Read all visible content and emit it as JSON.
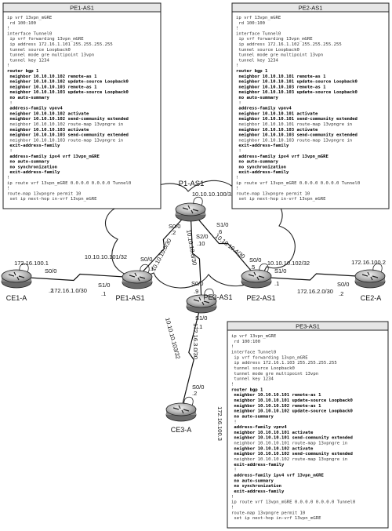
{
  "config_boxes": [
    {
      "id": "pe1",
      "title": "PE1-AS1",
      "lines": [
        {
          "t": "ip vrf 13vpn_mGRE",
          "b": false
        },
        {
          "t": " rd 100:100",
          "b": false
        },
        {
          "t": "!",
          "b": false
        },
        {
          "t": "interface Tunnel0",
          "b": false
        },
        {
          "t": " ip vrf forwarding 13vpn_mGRE",
          "b": false
        },
        {
          "t": " ip address 172.16.1.101 255.255.255.255",
          "b": false
        },
        {
          "t": " tunnel source Loopback0",
          "b": false
        },
        {
          "t": " tunnel mode gre multipoint 13vpn",
          "b": false
        },
        {
          "t": " tunnel key 1234",
          "b": false
        },
        {
          "t": "!",
          "b": false
        },
        {
          "t": "router bgp 1",
          "b": true
        },
        {
          "t": " neighbor 10.10.10.102 remote-as 1",
          "b": true
        },
        {
          "t": " neighbor 10.10.10.102 update-source Loopback0",
          "b": true
        },
        {
          "t": " neighbor 10.10.10.103 remote-as 1",
          "b": true
        },
        {
          "t": " neighbor 10.10.10.103 update-source Loopback0",
          "b": true
        },
        {
          "t": " no auto-summary",
          "b": true
        },
        {
          "t": " !",
          "b": false
        },
        {
          "t": " address-family vpnv4",
          "b": true
        },
        {
          "t": " neighbor 10.10.10.102 activate",
          "b": true
        },
        {
          "t": " neighbor 10.10.10.102 send-community extended",
          "b": true
        },
        {
          "t": " neighbor 10.10.10.102 route-map 13vpngre in",
          "b": false
        },
        {
          "t": " neighbor 10.10.10.103 activate",
          "b": true
        },
        {
          "t": " neighbor 10.10.10.103 send-community extended",
          "b": true
        },
        {
          "t": " neighbor 10.10.10.103 route-map 13vpngre in",
          "b": false
        },
        {
          "t": " exit-address-family",
          "b": true
        },
        {
          "t": " !",
          "b": false
        },
        {
          "t": " address-family ipv4 vrf 13vpn_mGRE",
          "b": true
        },
        {
          "t": " no auto-summary",
          "b": true
        },
        {
          "t": " no synchronization",
          "b": true
        },
        {
          "t": " exit-address-family",
          "b": true
        },
        {
          "t": "!",
          "b": false
        },
        {
          "t": "ip route vrf 13vpn_mGRE 0.0.0.0 0.0.0.0 Tunnel0",
          "b": false
        },
        {
          "t": "!",
          "b": false
        },
        {
          "t": "route-map 13vpngre permit 10",
          "b": false
        },
        {
          "t": " set ip next-hop in-vrf 13vpn_mGRE",
          "b": false
        }
      ]
    },
    {
      "id": "pe2",
      "title": "PE2-AS1",
      "lines": [
        {
          "t": "ip vrf 13vpn_mGRE",
          "b": false
        },
        {
          "t": " rd 100:100",
          "b": false
        },
        {
          "t": "!",
          "b": false
        },
        {
          "t": "interface Tunnel0",
          "b": false
        },
        {
          "t": " ip vrf forwarding 13vpn_mGRE",
          "b": false
        },
        {
          "t": " ip address 172.16.1.102 255.255.255.255",
          "b": false
        },
        {
          "t": " tunnel source Loopback0",
          "b": false
        },
        {
          "t": " tunnel mode gre multipoint 13vpn",
          "b": false
        },
        {
          "t": " tunnel key 1234",
          "b": false
        },
        {
          "t": "!",
          "b": false
        },
        {
          "t": "router bgp 1",
          "b": true
        },
        {
          "t": " neighbor 10.10.10.101 remote-as 1",
          "b": true
        },
        {
          "t": " neighbor 10.10.10.101 update-source Loopback0",
          "b": true
        },
        {
          "t": " neighbor 10.10.10.103 remote-as 1",
          "b": true
        },
        {
          "t": " neighbor 10.10.10.103 update-source Loopback0",
          "b": true
        },
        {
          "t": " no auto-summary",
          "b": true
        },
        {
          "t": " !",
          "b": false
        },
        {
          "t": " address-family vpnv4",
          "b": true
        },
        {
          "t": " neighbor 10.10.10.101 activate",
          "b": true
        },
        {
          "t": " neighbor 10.10.10.101 send-community extended",
          "b": true
        },
        {
          "t": " neighbor 10.10.10.101 route-map 13vpngre in",
          "b": false
        },
        {
          "t": " neighbor 10.10.10.103 activate",
          "b": true
        },
        {
          "t": " neighbor 10.10.10.103 send-community extended",
          "b": true
        },
        {
          "t": " neighbor 10.10.10.103 route-map 13vpngre in",
          "b": false
        },
        {
          "t": " exit-address-family",
          "b": true
        },
        {
          "t": " !",
          "b": false
        },
        {
          "t": " address-family ipv4 vrf 13vpn_mGRE",
          "b": true
        },
        {
          "t": " no auto-summary",
          "b": true
        },
        {
          "t": " no synchronization",
          "b": true
        },
        {
          "t": " exit-address-family",
          "b": true
        },
        {
          "t": "!",
          "b": false
        },
        {
          "t": "ip route vrf 13vpn_mGRE 0.0.0.0 0.0.0.0 Tunnel0",
          "b": false
        },
        {
          "t": "!",
          "b": false
        },
        {
          "t": "route-map 13vpngre permit 10",
          "b": false
        },
        {
          "t": " set ip next-hop in-vrf 13vpn_mGRE",
          "b": false
        }
      ]
    },
    {
      "id": "pe3",
      "title": "PE3-AS1",
      "lines": [
        {
          "t": "ip vrf 13vpn_mGRE",
          "b": false
        },
        {
          "t": " rd 100:100",
          "b": false
        },
        {
          "t": "!",
          "b": false
        },
        {
          "t": "interface Tunnel0",
          "b": false
        },
        {
          "t": " ip vrf forwarding 13vpn_mGRE",
          "b": false
        },
        {
          "t": " ip address 172.16.1.103 255.255.255.255",
          "b": false
        },
        {
          "t": " tunnel source Loopback0",
          "b": false
        },
        {
          "t": " tunnel mode gre multipoint 13vpn",
          "b": false
        },
        {
          "t": " tunnel key 1234",
          "b": false
        },
        {
          "t": "!",
          "b": false
        },
        {
          "t": "router bgp 1",
          "b": true
        },
        {
          "t": " neighbor 10.10.10.101 remote-as 1",
          "b": true
        },
        {
          "t": " neighbor 10.10.10.101 update-source Loopback0",
          "b": true
        },
        {
          "t": " neighbor 10.10.10.102 remote-as 1",
          "b": true
        },
        {
          "t": " neighbor 10.10.10.102 update-source Loopback0",
          "b": true
        },
        {
          "t": " no auto-summary",
          "b": true
        },
        {
          "t": " !",
          "b": false
        },
        {
          "t": " address-family vpnv4",
          "b": true
        },
        {
          "t": " neighbor 10.10.10.101 activate",
          "b": true
        },
        {
          "t": " neighbor 10.10.10.101 send-community extended",
          "b": true
        },
        {
          "t": " neighbor 10.10.10.101 route-map 13vpngre in",
          "b": false
        },
        {
          "t": " neighbor 10.10.10.102 activate",
          "b": true
        },
        {
          "t": " neighbor 10.10.10.102 send-community extended",
          "b": true
        },
        {
          "t": " neighbor 10.10.10.102 route-map 13vpngre in",
          "b": false
        },
        {
          "t": " exit-address-family",
          "b": true
        },
        {
          "t": " !",
          "b": false
        },
        {
          "t": " address-family ipv4 vrf 13vpn_mGRE",
          "b": true
        },
        {
          "t": " no auto-summary",
          "b": true
        },
        {
          "t": " no synchronization",
          "b": true
        },
        {
          "t": " exit-address-family",
          "b": true
        },
        {
          "t": "!",
          "b": false
        },
        {
          "t": "ip route vrf 13vpn_mGRE 0.0.0.0 0.0.0.0 Tunnel0",
          "b": false
        },
        {
          "t": "!",
          "b": false
        },
        {
          "t": "route-map 13vpngre permit 10",
          "b": false
        },
        {
          "t": " set ip next-hop in-vrf 13vpn_mGRE",
          "b": false
        }
      ]
    }
  ],
  "routers": [
    {
      "id": "p1",
      "name": "P1-AS1",
      "loopback": "10.10.10.100/32"
    },
    {
      "id": "pe1",
      "name": "PE1-AS1",
      "loopback": "10.10.10.101/32"
    },
    {
      "id": "pe2",
      "name": "PE2-AS1",
      "loopback": "10.10.10.102/32"
    },
    {
      "id": "pe3",
      "name": "PE3-AS1",
      "loopback": "10.10.10.103/32"
    },
    {
      "id": "ce1",
      "name": "CE1-A",
      "loopback": "172.16.100.1"
    },
    {
      "id": "ce2",
      "name": "CE2-A",
      "loopback": "172.16.100.2"
    },
    {
      "id": "ce3",
      "name": "CE3-A",
      "loopback": "172.16.100.3"
    }
  ],
  "links": [
    {
      "id": "pe1-p1",
      "subnet": "10.10.10.0/30",
      "a_if": "S0/0",
      "a_host": ".1",
      "b_if": "S0/0",
      "b_host": ".2"
    },
    {
      "id": "p1-pe2",
      "subnet": "10.10.10.4/30",
      "a_if": "S1/0",
      "a_host": ".6",
      "b_if": "S0/0",
      "b_host": ".5"
    },
    {
      "id": "p1-pe3",
      "subnet": "10.10.10.8/30",
      "a_if": "S2/0",
      "a_host": ".10",
      "b_if": "S0/0",
      "b_host": ".9"
    },
    {
      "id": "ce1-pe1",
      "subnet": "172.16.1.0/30",
      "a_if": "S0/0",
      "a_host": ".2",
      "b_if": "S1/0",
      "b_host": ".1"
    },
    {
      "id": "pe2-ce2",
      "subnet": "172.16.2.0/30",
      "a_if": "S1/0",
      "a_host": ".1",
      "b_if": "S0/0",
      "b_host": ".2"
    },
    {
      "id": "pe3-ce3",
      "subnet": "172.16.3.0/30",
      "a_if": "S1/0",
      "a_host": ".1",
      "b_if": "S0/0",
      "b_host": ".2"
    }
  ]
}
